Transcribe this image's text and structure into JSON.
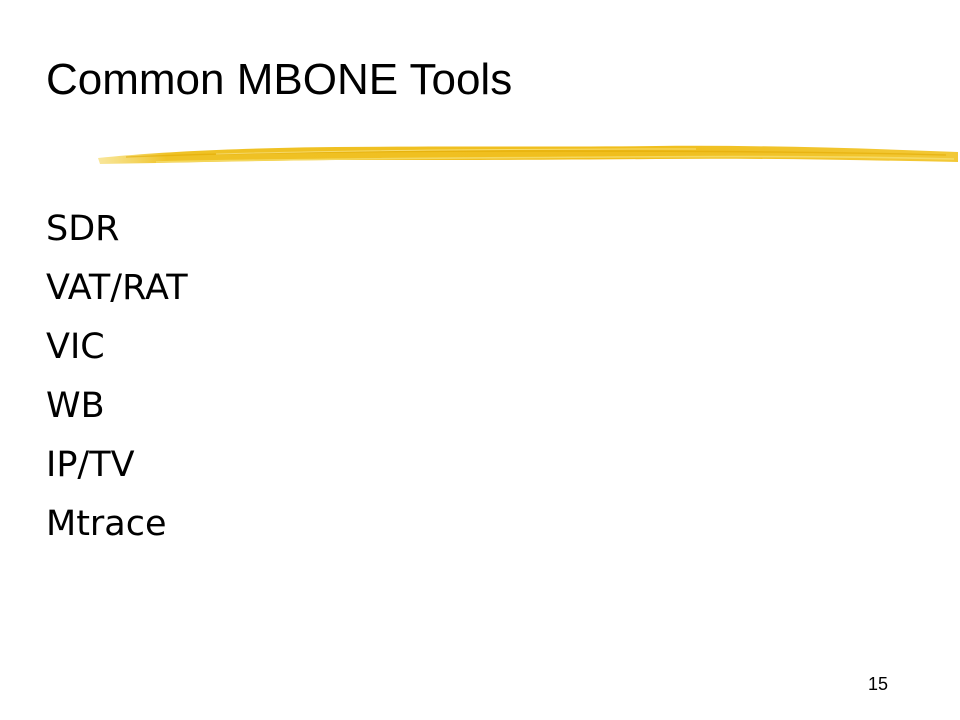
{
  "slide": {
    "title": "Common MBONE Tools",
    "items": [
      "SDR",
      "VAT/RAT",
      "VIC",
      "WB",
      "IP/TV",
      "Mtrace"
    ],
    "page_number": "15",
    "accent_color": "#f0c020"
  }
}
